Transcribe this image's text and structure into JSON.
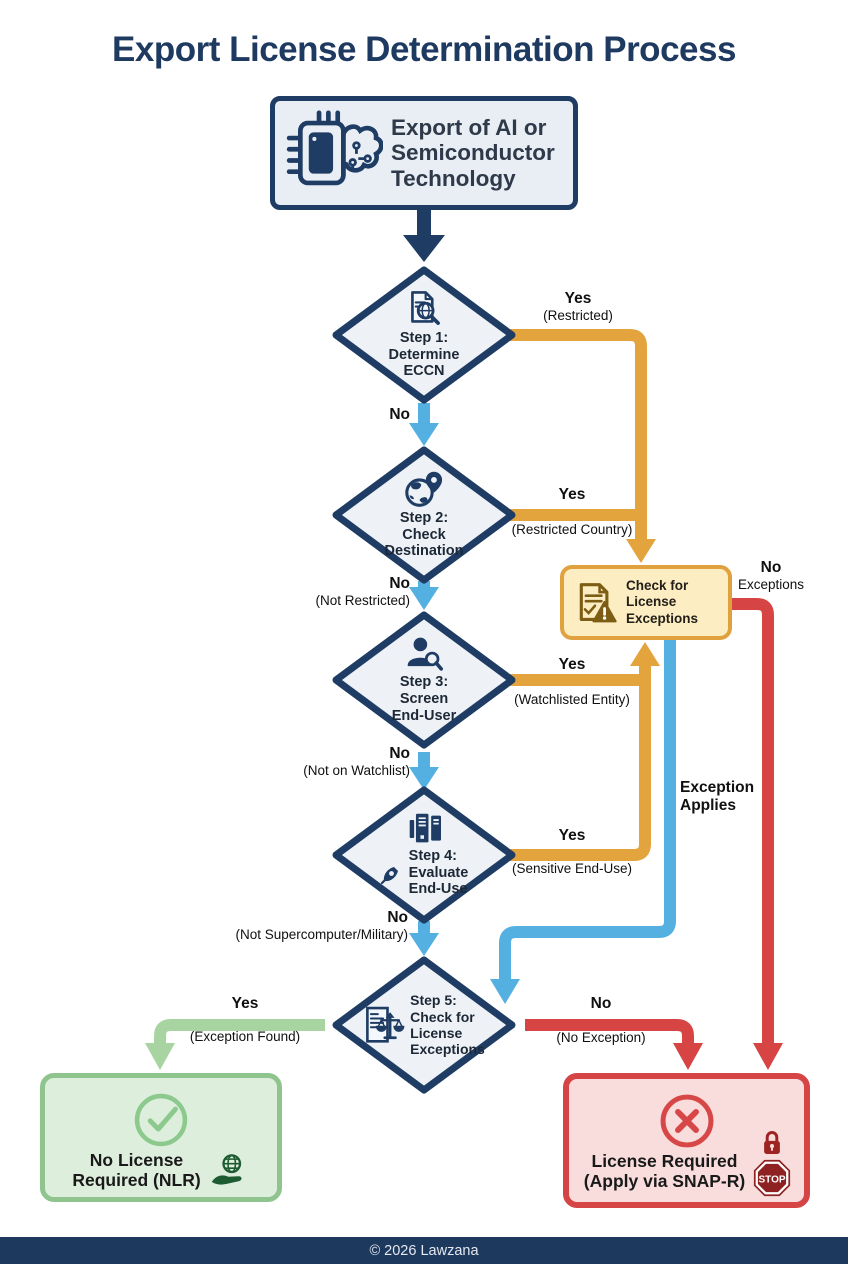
{
  "title": "Export License Determination Process",
  "start": {
    "label": "Export of AI or\nSemiconductor\nTechnology"
  },
  "steps": [
    {
      "label": "Step 1:\nDetermine\nECCN"
    },
    {
      "label": "Step 2:\nCheck\nDestination"
    },
    {
      "label": "Step 3:\nScreen\nEnd-User"
    },
    {
      "label": "Step 4:\nEvaluate\nEnd-Use"
    },
    {
      "label": "Step 5:\nCheck for\nLicense\nExceptions"
    }
  ],
  "check_box": {
    "label": "Check for\nLicense\nExceptions"
  },
  "outcomes": {
    "nlr": {
      "label": "No License\nRequired (NLR)"
    },
    "license": {
      "label": "License Required\n(Apply via SNAP-R)",
      "stop": "STOP"
    }
  },
  "edges": {
    "step1_yes": "Yes",
    "step1_yes_detail": "(Restricted)",
    "step1_no": "No",
    "step2_yes": "Yes",
    "step2_yes_detail": "(Restricted Country)",
    "step2_no": "No",
    "step2_no_detail": "(Not Restricted)",
    "step3_yes": "Yes",
    "step3_yes_detail": "(Watchlisted Entity)",
    "step3_no": "No",
    "step3_no_detail": "(Not on Watchlist)",
    "step4_yes": "Yes",
    "step4_yes_detail": "(Sensitive End-Use)",
    "step4_no": "No",
    "step4_no_detail": "(Not Supercomputer/Military)",
    "check_no": "No",
    "check_no_detail": "Exceptions",
    "check_exception": "Exception\nApplies",
    "step5_yes": "Yes",
    "step5_yes_detail": "(Exception Found)",
    "step5_no": "No",
    "step5_no_detail": "(No Exception)"
  },
  "footer": {
    "copyright": "© 2026 Lawzana"
  },
  "colors": {
    "navy": "#1e3c64",
    "orange": "#e3a33d",
    "blue": "#55b0e2",
    "red": "#d64444",
    "green": "#a7d4a1",
    "check_fill": "#fcedc2",
    "nlr_fill": "#deeedd",
    "license_fill": "#f9dcdc",
    "footer_bar": "#1d3a5e"
  }
}
